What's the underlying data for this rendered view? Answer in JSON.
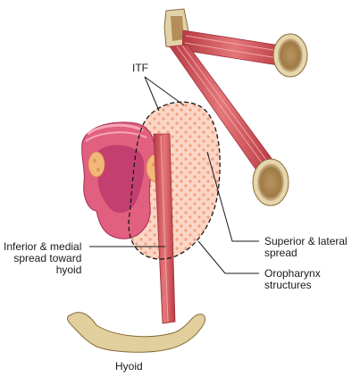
{
  "labels": {
    "itf": "ITF",
    "superior_lateral": [
      "Superior & lateral",
      "spread"
    ],
    "inferior_medial": [
      "Inferior & medial",
      "spread toward",
      "hyoid"
    ],
    "oropharynx": [
      "Oropharynx",
      "structures"
    ],
    "hyoid": "Hyoid"
  },
  "colors": {
    "muscle": "#d2535b",
    "muscle_light": "#ec9a9a",
    "bone": "#d8c69a",
    "bone_dark": "#8a6a3a",
    "spread_zone": "#fbd6c6",
    "spread_dots": "#f0a07e",
    "mucosa": "#cf3f6e",
    "tonsil": "#f2b77a"
  }
}
